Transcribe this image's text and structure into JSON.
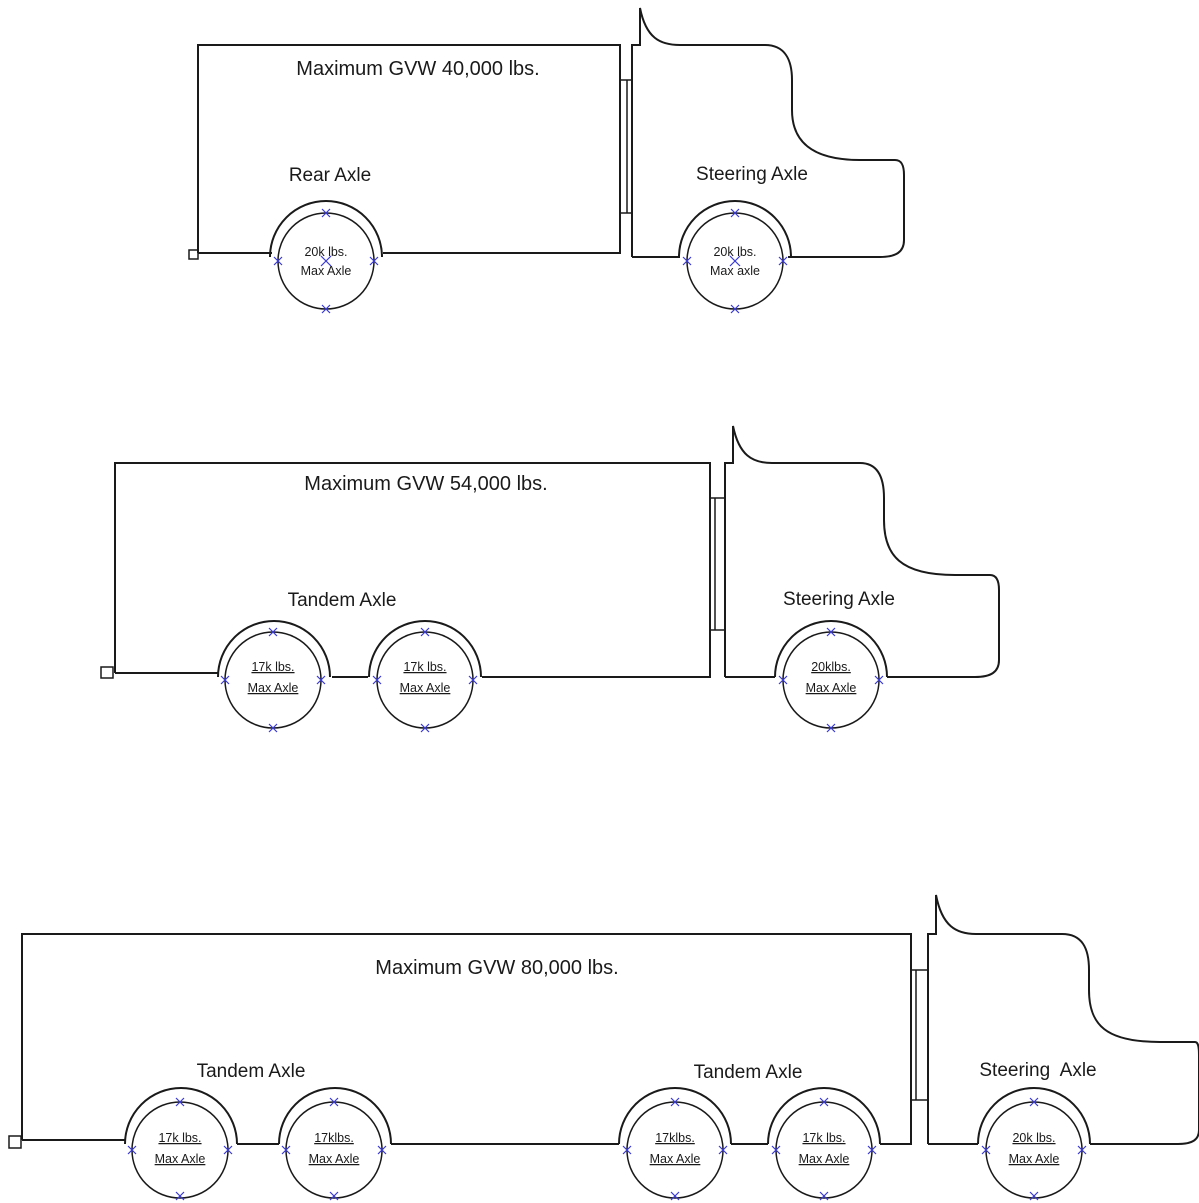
{
  "trucks": [
    {
      "title": "Maximum GVW 40,000 lbs.",
      "axle_labels": [
        "Rear Axle",
        "Steering Axle"
      ],
      "wheels": [
        {
          "line1": "20k lbs.",
          "line2": "Max Axle",
          "underline": false
        },
        {
          "line1": "20k lbs.",
          "line2": "Max axle",
          "underline": false
        }
      ]
    },
    {
      "title": "Maximum GVW 54,000 lbs.",
      "axle_labels": [
        "Tandem Axle",
        "Steering Axle"
      ],
      "wheels": [
        {
          "line1": "17k lbs.",
          "line2": "Max Axle",
          "underline": true
        },
        {
          "line1": "17k lbs.",
          "line2": "Max Axle",
          "underline": true
        },
        {
          "line1": "20klbs.",
          "line2": "Max Axle",
          "underline": true
        }
      ]
    },
    {
      "title": "Maximum GVW 80,000 lbs.",
      "axle_labels": [
        "Tandem Axle",
        "Tandem Axle",
        "Steering  Axle"
      ],
      "wheels": [
        {
          "line1": "17k lbs.",
          "line2": "Max Axle",
          "underline": true
        },
        {
          "line1": "17klbs.",
          "line2": "Max Axle",
          "underline": true
        },
        {
          "line1": "17klbs.",
          "line2": "Max Axle",
          "underline": true
        },
        {
          "line1": "17k lbs.",
          "line2": "Max Axle",
          "underline": true
        },
        {
          "line1": "20k lbs.",
          "line2": "Max Axle",
          "underline": true
        }
      ]
    }
  ]
}
